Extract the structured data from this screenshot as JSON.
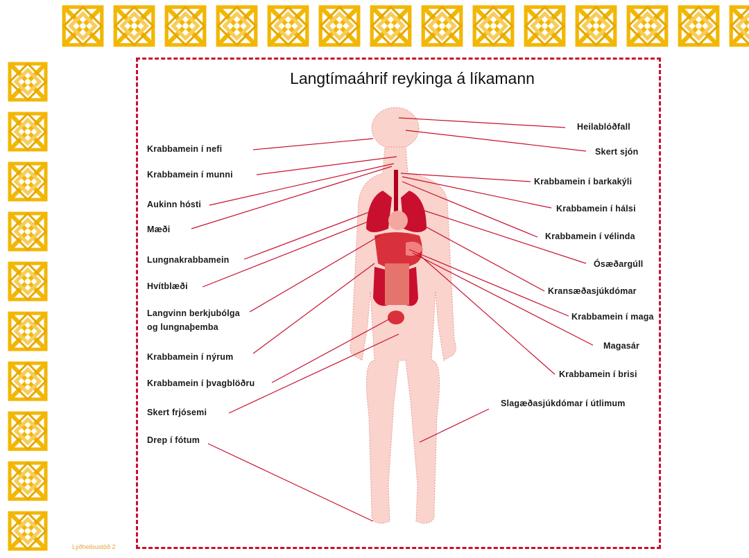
{
  "title": "Langtímaáhrif reykinga á líkamann",
  "footer": "Lýðheilsustöð 2",
  "colors": {
    "frame": "#c8102e",
    "body": "#f9d3cc",
    "organs": "#c8102e",
    "knot": "#f2b705"
  },
  "labels_left": [
    {
      "key": "nefi",
      "text": "Krabbamein í nefi"
    },
    {
      "key": "munni",
      "text": "Krabbamein í munni"
    },
    {
      "key": "hosti",
      "text": "Aukinn hósti"
    },
    {
      "key": "maedi",
      "text": "Mæði"
    },
    {
      "key": "lungna",
      "text": "Lungnakrabbamein"
    },
    {
      "key": "hvitblaedi",
      "text": "Hvítblæði"
    },
    {
      "key": "berkju1",
      "text": "Langvinn berkjubólga"
    },
    {
      "key": "berkju2",
      "text": "og lungnaþemba"
    },
    {
      "key": "nyrum",
      "text": "Krabbamein í nýrum"
    },
    {
      "key": "thvagbl",
      "text": "Krabbamein í þvagblöðru"
    },
    {
      "key": "frjosemi",
      "text": "Skert frjósemi"
    },
    {
      "key": "fotum",
      "text": "Drep í fótum"
    }
  ],
  "labels_right": [
    {
      "key": "heilabl",
      "text": "Heilablóðfall"
    },
    {
      "key": "sjon",
      "text": "Skert sjón"
    },
    {
      "key": "barkakyl",
      "text": "Krabbamein í barkakýli"
    },
    {
      "key": "halsi",
      "text": "Krabbamein í hálsi"
    },
    {
      "key": "velinda",
      "text": "Krabbamein í vélinda"
    },
    {
      "key": "osaedar",
      "text": "Ósæðargúll"
    },
    {
      "key": "kransaed",
      "text": "Kransæðasjúkdómar"
    },
    {
      "key": "maga",
      "text": "Krabbamein í maga"
    },
    {
      "key": "magasar",
      "text": "Magasár"
    },
    {
      "key": "brisi",
      "text": "Krabbamein í brisi"
    },
    {
      "key": "slagaed",
      "text": "Slagæðasjúkdómar í útlimum"
    }
  ]
}
